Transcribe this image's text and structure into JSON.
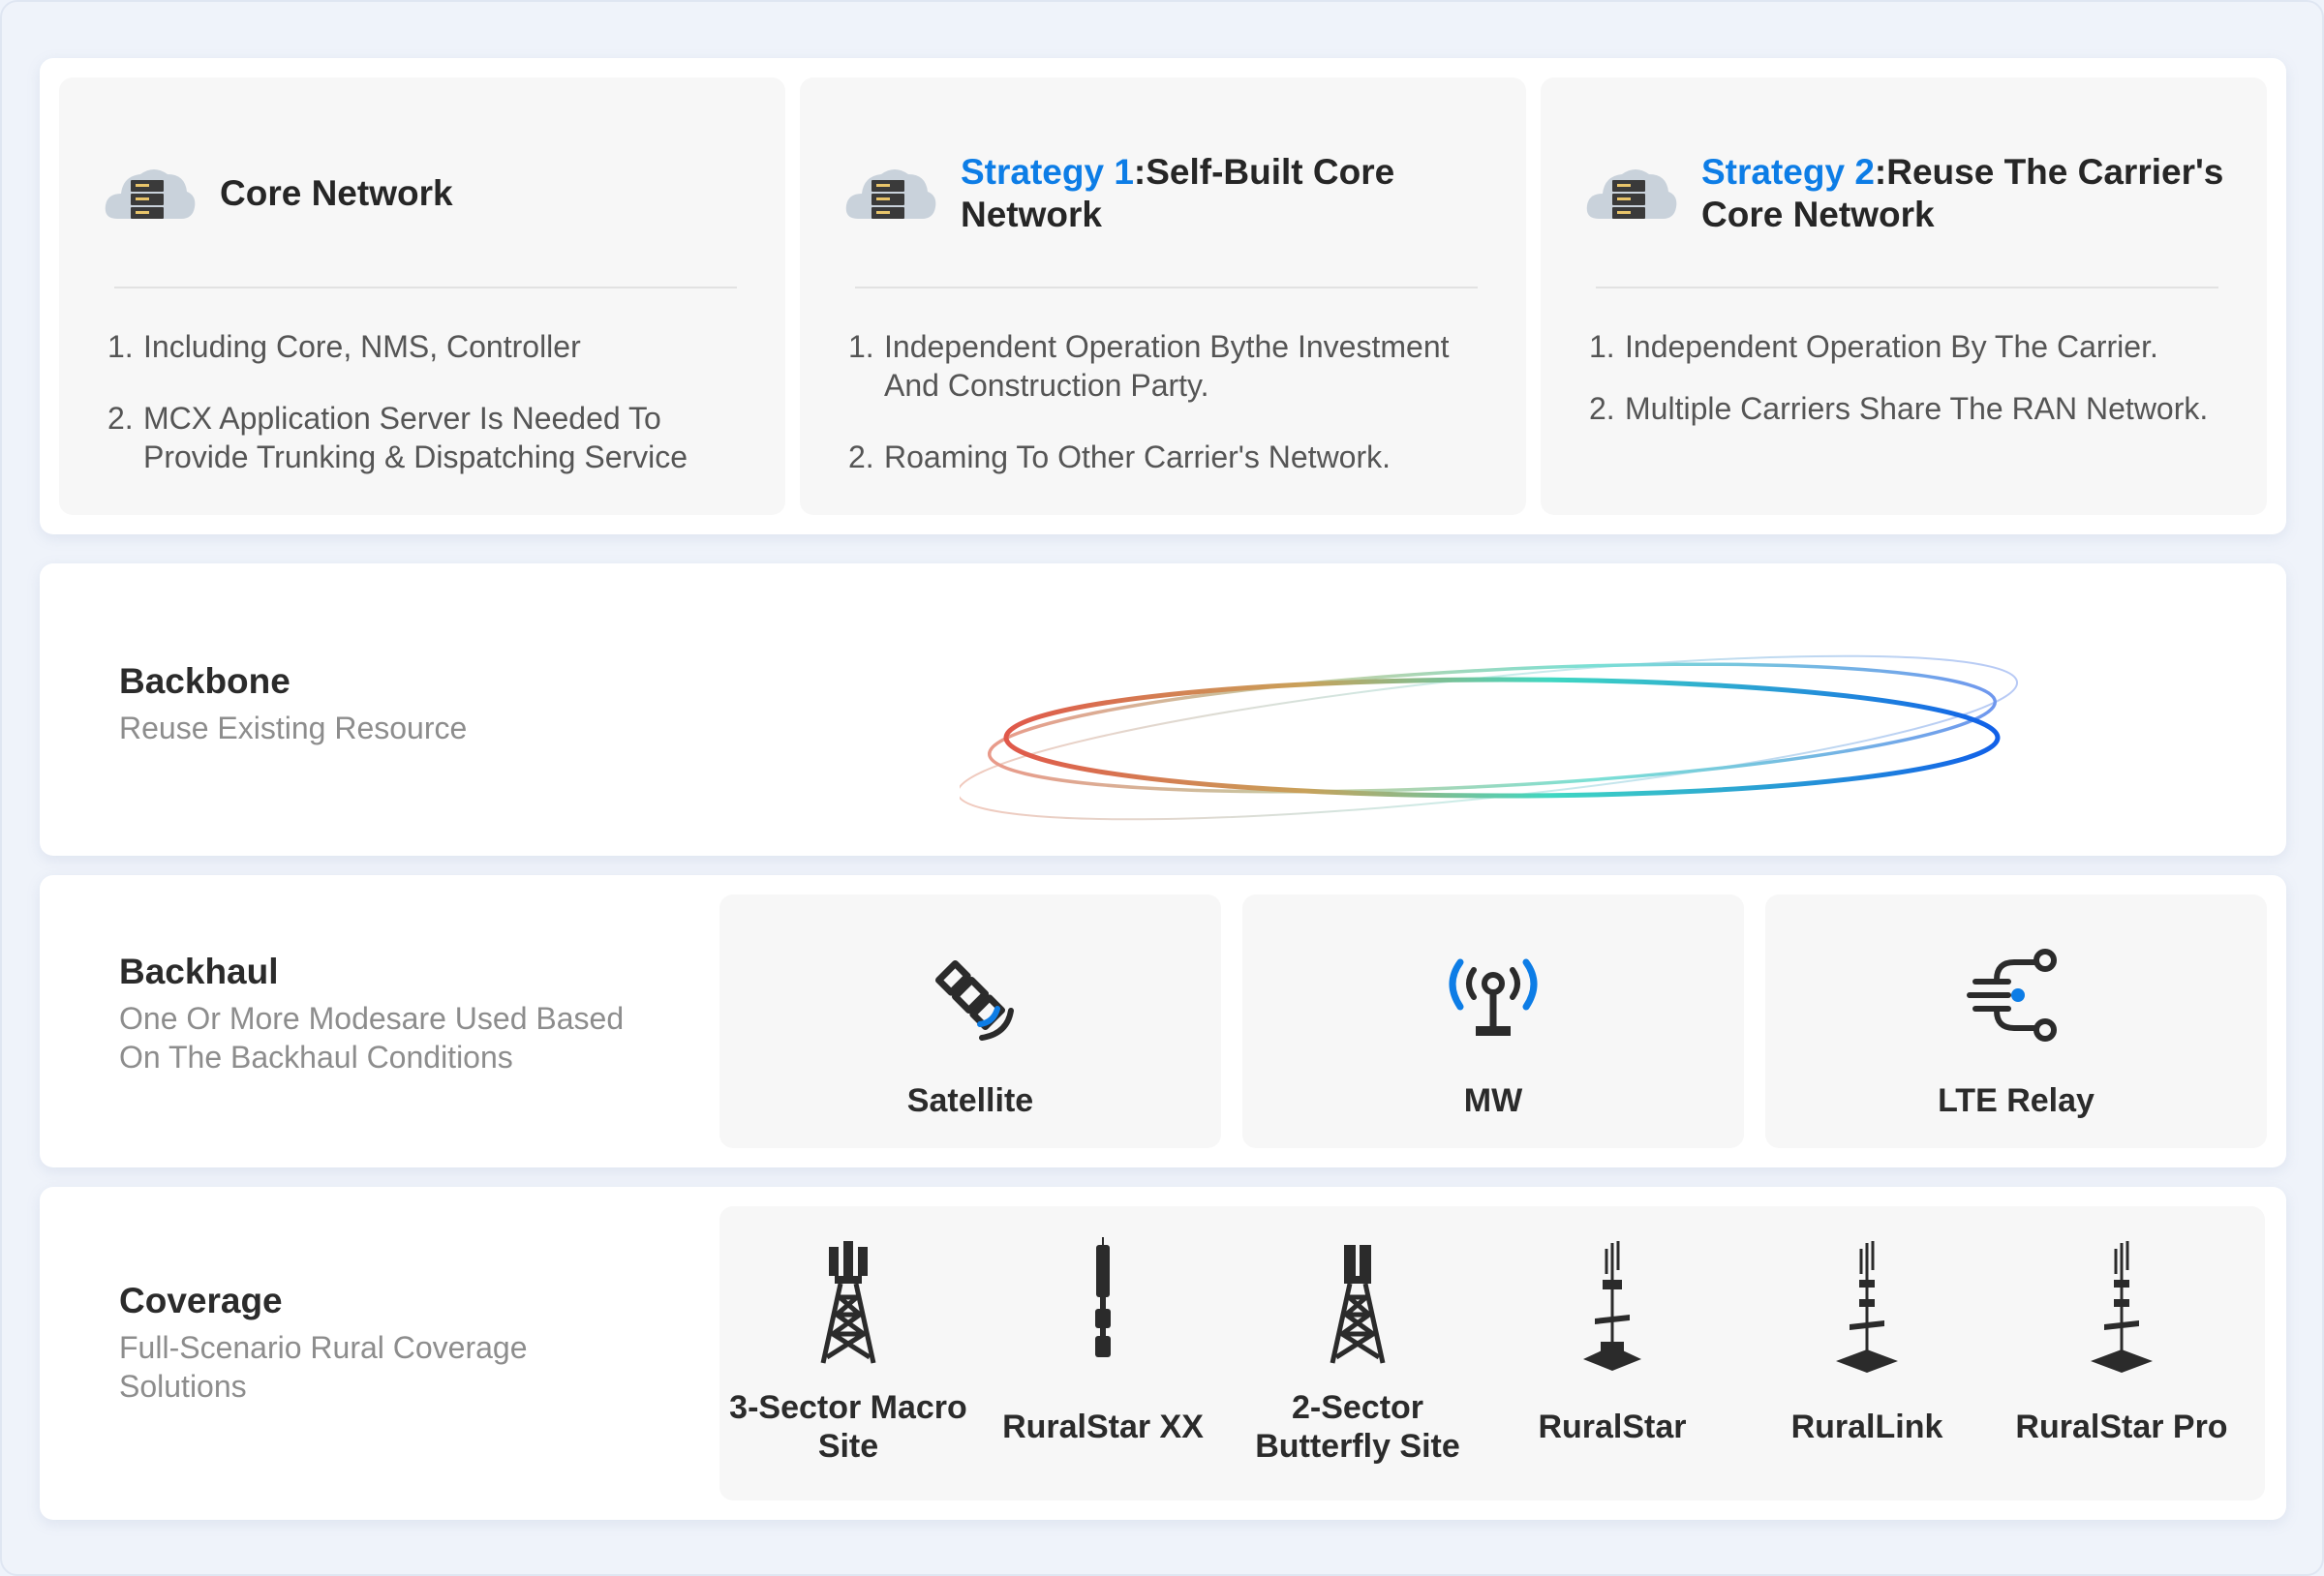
{
  "core": {
    "cards": [
      {
        "title": "Core Network",
        "items": [
          "Including Core, NMS, Controller",
          "MCX Application Server Is Needed To Provide Trunking & Dispatching Service"
        ]
      },
      {
        "title_highlight": "Strategy 1",
        "title_rest": ":Self-Built Core Network",
        "items": [
          "Independent Operation Bythe Investment  And Construction Party.",
          "Roaming To Other Carrier's Network."
        ]
      },
      {
        "title_highlight": "Strategy 2",
        "title_rest": ":Reuse The Carrier's Core Network",
        "items": [
          "Independent Operation By The Carrier.",
          "Multiple Carriers Share The RAN Network."
        ]
      }
    ],
    "numbers": [
      "1.",
      "2."
    ],
    "icon": "cloud-server-icon"
  },
  "backbone": {
    "title": "Backbone",
    "subtitle": "Reuse Existing Resource",
    "icon": "gradient-rings-icon"
  },
  "backhaul": {
    "title": "Backhaul",
    "subtitle": "One Or More Modesare Used Based On The Backhaul Conditions",
    "modes": [
      {
        "label": "Satellite",
        "icon": "satellite-icon"
      },
      {
        "label": "MW",
        "icon": "microwave-antenna-icon"
      },
      {
        "label": "LTE Relay",
        "icon": "lte-relay-icon"
      }
    ]
  },
  "coverage": {
    "title": "Coverage",
    "subtitle": "Full-Scenario Rural Coverage Solutions",
    "sites": [
      {
        "label": "3-Sector Macro Site",
        "icon": "lattice-tower-icon"
      },
      {
        "label": "RuralStar XX",
        "icon": "pole-site-icon"
      },
      {
        "label": "2-Sector Butterfly Site",
        "icon": "lattice-tower-icon"
      },
      {
        "label": "RuralStar",
        "icon": "mast-base-icon"
      },
      {
        "label": "RuralLink",
        "icon": "mast-platform-icon"
      },
      {
        "label": "RuralStar Pro",
        "icon": "mast-platform-icon"
      }
    ]
  },
  "colors": {
    "accent": "#0d7de6",
    "panel": "#ffffff",
    "card": "#f7f7f7",
    "background": "#eff3fa"
  }
}
